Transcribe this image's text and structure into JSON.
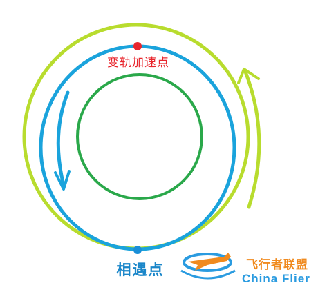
{
  "labels": {
    "transfer_point": "变轨加速点",
    "rendezvous_point": "相遇点"
  },
  "orbits": [
    {
      "name": "inner-circular-orbit",
      "color": "#2aa84a"
    },
    {
      "name": "transfer-orbit",
      "color": "#1aa3dc"
    },
    {
      "name": "outer-orbit",
      "color": "#b8dc2e"
    }
  ],
  "markers": [
    {
      "name": "transfer-point-marker",
      "color": "#e8262d"
    },
    {
      "name": "rendezvous-point-marker",
      "color": "#1a8fd8"
    }
  ],
  "watermark": {
    "text_cn": "飞行者联盟",
    "text_en": "China Flier",
    "colors": {
      "cn": "#f08a1e",
      "en": "#2a9be0",
      "plane": "#f08a1e",
      "swoosh": "#2a9be0"
    }
  }
}
